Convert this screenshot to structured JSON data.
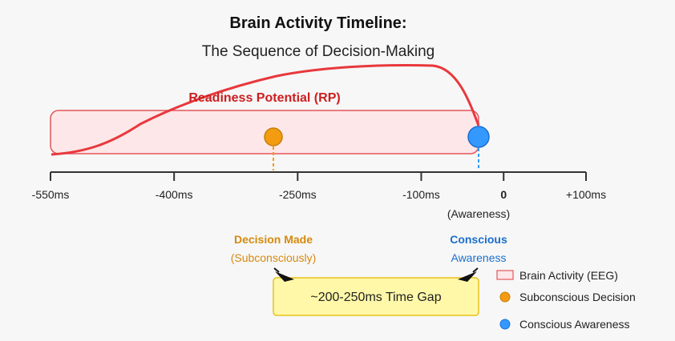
{
  "title": "Brain Activity Timeline:",
  "subtitle": "The Sequence of Decision-Making",
  "timeline": {
    "ticks": [
      "-550ms",
      "-400ms",
      "-250ms",
      "-100ms",
      "0",
      "+100ms"
    ],
    "tick_values": [
      -550,
      -400,
      -250,
      -100,
      0,
      100
    ],
    "zero_note": "(Awareness)"
  },
  "readiness_label": "Readiness Potential (RP)",
  "events": {
    "decision_value": -245,
    "awareness_value": 0
  },
  "callouts": {
    "decision_title": "Decision Made",
    "decision_sub": "(Subconsciously)",
    "conscious_title": "Conscious",
    "conscious_sub": "Awareness",
    "gap_text": "~200-250ms Time Gap"
  },
  "legend": [
    {
      "label": "Brain Activity (EEG)",
      "symbol": "rect"
    },
    {
      "label": "Subconscious Decision",
      "symbol": "orange-dot"
    },
    {
      "label": "Conscious Awareness",
      "symbol": "blue-dot"
    }
  ],
  "colors": {
    "rp_curve": "#e8383d",
    "rp_band_fill": "#fde7e8",
    "rp_band_stroke": "#e3575c",
    "decision": "#f39c12",
    "decision_text": "#d68a0e",
    "awareness": "#3399ff",
    "awareness_text": "#1b6fcc",
    "gap_fill": "#fff8a8",
    "gap_stroke": "#e8c21a"
  }
}
